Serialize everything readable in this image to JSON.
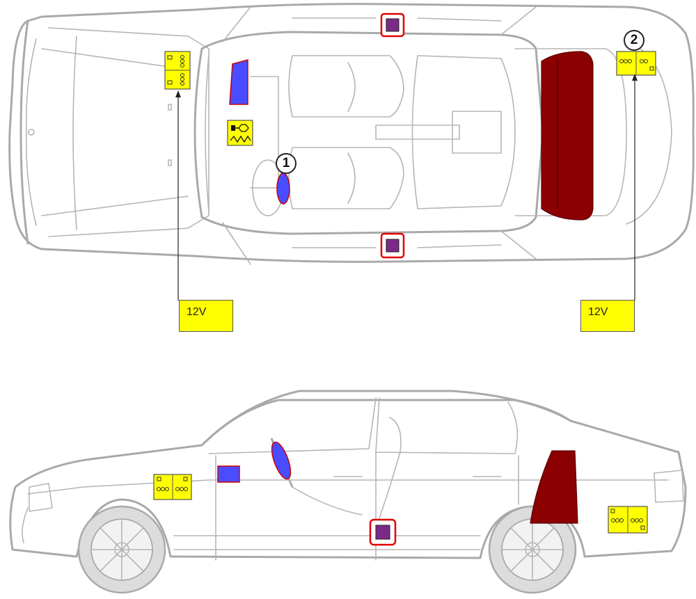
{
  "labels": {
    "voltage_left": "12V",
    "voltage_right": "12V"
  },
  "badges": {
    "badge_1": "1",
    "badge_2": "2"
  },
  "colors": {
    "battery": "#ffff00",
    "airbag_blue": "#4a4dff",
    "rear_window_red": "#8b0000",
    "sensor_purple": "#7b2a87",
    "sensor_border": "#e00000",
    "car_outline": "#a9a9a9"
  },
  "icons": {
    "battery": "battery-icon",
    "pretensioner": "seatbelt-pretensioner-icon",
    "sensor": "crash-sensor-icon",
    "airbag": "airbag-icon"
  }
}
